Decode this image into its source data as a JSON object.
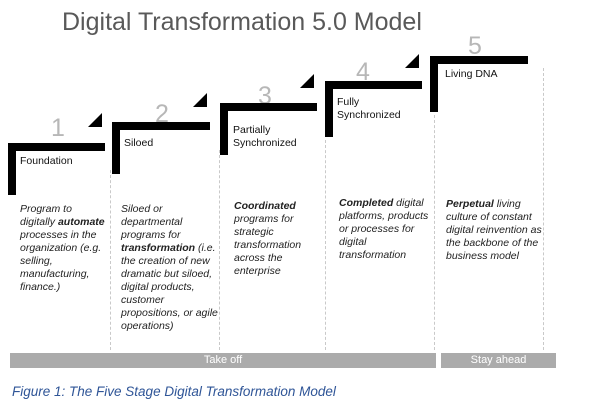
{
  "title": "Digital Transformation 5.0 Model",
  "stages": [
    {
      "number": "1",
      "label": "Foundation",
      "description": [
        {
          "text": "Program to digitally ",
          "bold": false
        },
        {
          "text": "automate",
          "bold": true
        },
        {
          "text": " processes in the organization (e.g. selling, manufacturing, finance.)",
          "bold": false
        }
      ]
    },
    {
      "number": "2",
      "label": "Siloed",
      "description": [
        {
          "text": "Siloed or departmental programs for ",
          "bold": false
        },
        {
          "text": "transformation",
          "bold": true
        },
        {
          "text": " (i.e. the creation of new dramatic but siloed, digital products, customer propositions, or agile operations)",
          "bold": false
        }
      ]
    },
    {
      "number": "3",
      "label": "Partially Synchronized",
      "description": [
        {
          "text": "Coordinated",
          "bold": true
        },
        {
          "text": " programs for strategic transformation across the enterprise",
          "bold": false
        }
      ]
    },
    {
      "number": "4",
      "label": "Fully Synchronized",
      "description": [
        {
          "text": "Completed",
          "bold": true
        },
        {
          "text": " digital platforms, products or processes for digital transformation",
          "bold": false
        }
      ]
    },
    {
      "number": "5",
      "label": "Living DNA",
      "description": [
        {
          "text": "Perpetual",
          "bold": true
        },
        {
          "text": " living culture of constant digital reinvention as the backbone of the business model",
          "bold": false
        }
      ]
    }
  ],
  "phases": {
    "take_off": "Take off",
    "stay_ahead": "Stay ahead"
  },
  "caption": "Figure 1: The Five Stage Digital Transformation Model",
  "colors": {
    "title": "#595959",
    "step_number": "#b7b7b7",
    "step_bar": "#000000",
    "phase_bar": "#ababab",
    "caption": "#2f5597"
  }
}
